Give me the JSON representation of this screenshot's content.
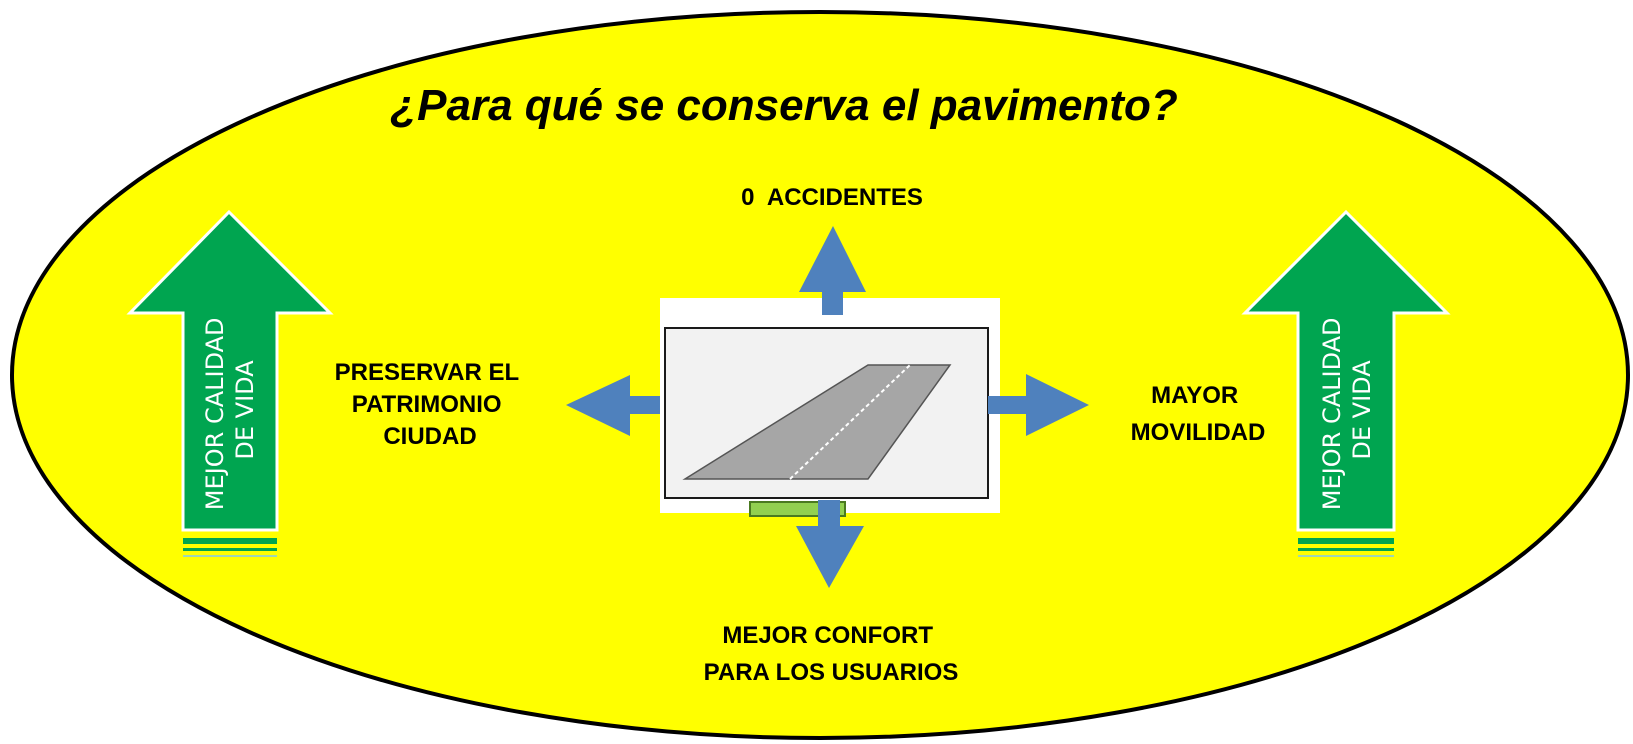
{
  "title": "¿Para qué se conserva el pavimento?",
  "labels": {
    "top": "0  ACCIDENTES",
    "left": [
      "PRESERVAR EL",
      "PATRIMONIO",
      "CIUDAD"
    ],
    "right": [
      "MAYOR",
      "MOVILIDAD"
    ],
    "bottom": [
      "MEJOR CONFORT",
      "PARA LOS USUARIOS"
    ]
  },
  "side_arrows": {
    "left": [
      "MEJOR CALIDAD",
      "DE VIDA"
    ],
    "right": [
      "MEJOR CALIDAD",
      "DE VIDA"
    ]
  },
  "colors": {
    "background_ellipse": "#ffff00",
    "ellipse_outline": "#000000",
    "side_arrow_fill": "#00a550",
    "side_arrow_text": "#ffffff",
    "direction_arrow_fill": "#4f81bd",
    "road_fill": "#a6a6a6",
    "road_panel_fill": "#f2f2f2",
    "road_base_fill": "#92d050"
  },
  "icons": {
    "center": "road-icon",
    "side": "up-arrow-icon",
    "directions": "arrow-icon"
  }
}
